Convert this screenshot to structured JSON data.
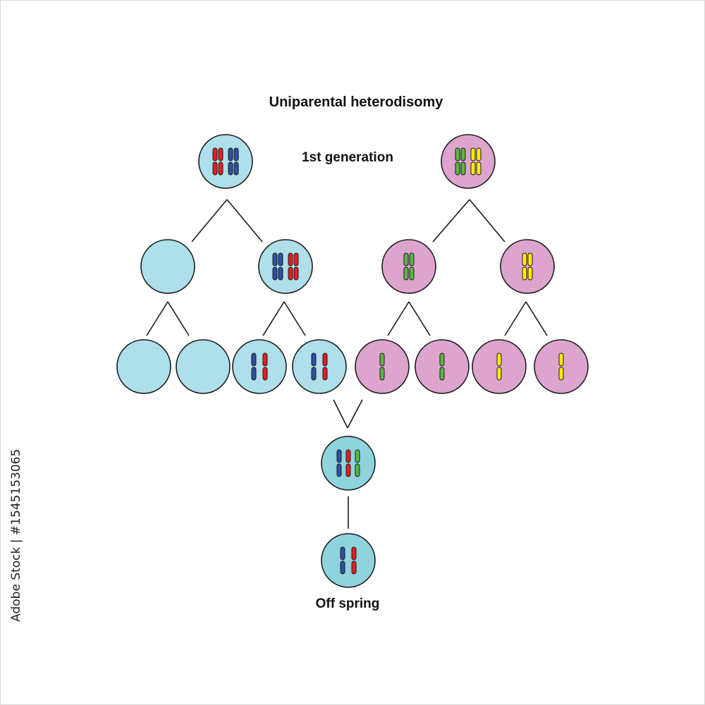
{
  "title": "Uniparental heterodisomy",
  "generation_label": "1st generation",
  "offspring_label": "Off spring",
  "stock_id": "Adobe Stock | #1545153065",
  "colors": {
    "cell_blue": "#aedfea",
    "cell_pink": "#dda4cd",
    "cell_teal": "#8fd3dc",
    "chrom_red": "#e31e24",
    "chrom_blue": "#2e4fa3",
    "chrom_green": "#5ab645",
    "chrom_yellow": "#ffee00",
    "outline": "#1a1a1a"
  },
  "cells": [
    {
      "id": "maternal-parent",
      "fill": "cell_blue",
      "chromosomes": [
        {
          "top": "chrom_red",
          "bottom": "chrom_red"
        },
        {
          "top": "chrom_red",
          "bottom": "chrom_red"
        },
        {
          "top": "chrom_blue",
          "bottom": "chrom_blue"
        },
        {
          "top": "chrom_blue",
          "bottom": "chrom_blue"
        }
      ]
    },
    {
      "id": "paternal-parent",
      "fill": "cell_pink",
      "chromosomes": [
        {
          "top": "chrom_green",
          "bottom": "chrom_green"
        },
        {
          "top": "chrom_green",
          "bottom": "chrom_green"
        },
        {
          "top": "chrom_yellow",
          "bottom": "chrom_yellow"
        },
        {
          "top": "chrom_yellow",
          "bottom": "chrom_yellow"
        }
      ]
    },
    {
      "id": "maternal-meiosis1-empty",
      "fill": "cell_blue",
      "chromosomes": []
    },
    {
      "id": "maternal-meiosis1-nondisjunction",
      "fill": "cell_blue",
      "chromosomes": [
        {
          "top": "chrom_blue",
          "bottom": "chrom_blue"
        },
        {
          "top": "chrom_blue",
          "bottom": "chrom_blue"
        },
        {
          "top": "chrom_red",
          "bottom": "chrom_red"
        },
        {
          "top": "chrom_red",
          "bottom": "chrom_red"
        }
      ]
    },
    {
      "id": "paternal-meiosis1-green",
      "fill": "cell_pink",
      "chromosomes": [
        {
          "top": "chrom_green",
          "bottom": "chrom_green"
        },
        {
          "top": "chrom_green",
          "bottom": "chrom_green"
        }
      ]
    },
    {
      "id": "paternal-meiosis1-yellow",
      "fill": "cell_pink",
      "chromosomes": [
        {
          "top": "chrom_yellow",
          "bottom": "chrom_yellow"
        },
        {
          "top": "chrom_yellow",
          "bottom": "chrom_yellow"
        }
      ]
    },
    {
      "id": "maternal-gamete-empty-1",
      "fill": "cell_blue",
      "chromosomes": []
    },
    {
      "id": "maternal-gamete-empty-2",
      "fill": "cell_blue",
      "chromosomes": []
    },
    {
      "id": "maternal-gamete-disomic-1",
      "fill": "cell_blue",
      "chromosomes": [
        {
          "top": "chrom_blue",
          "bottom": "chrom_blue"
        },
        {
          "top": "chrom_red",
          "bottom": "chrom_red"
        }
      ]
    },
    {
      "id": "maternal-gamete-disomic-2",
      "fill": "cell_blue",
      "chromosomes": [
        {
          "top": "chrom_blue",
          "bottom": "chrom_blue"
        },
        {
          "top": "chrom_red",
          "bottom": "chrom_red"
        }
      ]
    },
    {
      "id": "paternal-gamete-green-1",
      "fill": "cell_pink",
      "chromosomes": [
        {
          "top": "chrom_green",
          "bottom": "chrom_green"
        }
      ]
    },
    {
      "id": "paternal-gamete-green-2",
      "fill": "cell_pink",
      "chromosomes": [
        {
          "top": "chrom_green",
          "bottom": "chrom_green"
        }
      ]
    },
    {
      "id": "paternal-gamete-yellow-1",
      "fill": "cell_pink",
      "chromosomes": [
        {
          "top": "chrom_yellow",
          "bottom": "chrom_yellow"
        }
      ]
    },
    {
      "id": "paternal-gamete-yellow-2",
      "fill": "cell_pink",
      "chromosomes": [
        {
          "top": "chrom_yellow",
          "bottom": "chrom_yellow"
        }
      ]
    },
    {
      "id": "zygote-trisomic",
      "fill": "cell_teal",
      "chromosomes": [
        {
          "top": "chrom_blue",
          "bottom": "chrom_blue"
        },
        {
          "top": "chrom_red",
          "bottom": "chrom_red"
        },
        {
          "top": "chrom_green",
          "bottom": "chrom_green"
        }
      ]
    },
    {
      "id": "offspring",
      "fill": "cell_teal",
      "chromosomes": [
        {
          "top": "chrom_blue",
          "bottom": "chrom_blue"
        },
        {
          "top": "chrom_red",
          "bottom": "chrom_red"
        }
      ]
    }
  ]
}
